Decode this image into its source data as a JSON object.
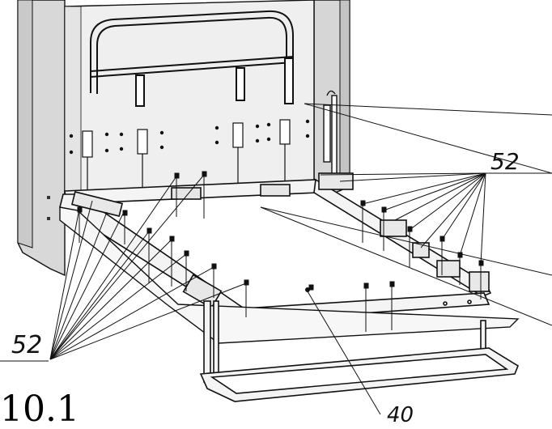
{
  "callouts": {
    "label_52_right": "52",
    "label_52_left": "52",
    "label_40": "40"
  },
  "figure": {
    "number": "10.1"
  },
  "colors": {
    "line": "#111111",
    "panel_fill": "#eeeeee",
    "panel_shade": "#d9d9d9",
    "frame_fill": "#f4f4f4"
  }
}
